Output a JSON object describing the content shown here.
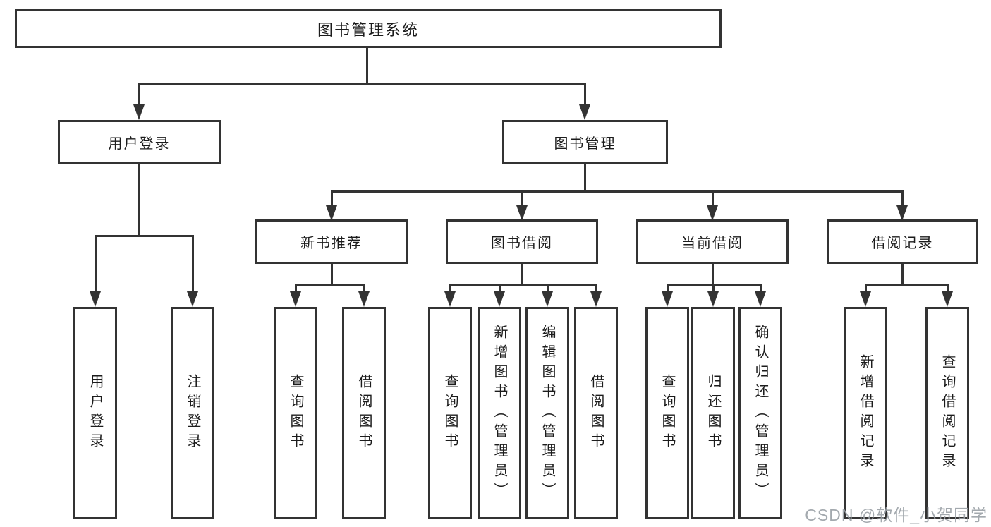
{
  "diagram": {
    "root": {
      "label": "图书管理系统"
    },
    "branches": [
      {
        "label": "用户登录",
        "children": [
          {
            "label": "用户登录"
          },
          {
            "label": "注销登录"
          }
        ]
      },
      {
        "label": "图书管理",
        "children": [
          {
            "label": "新书推荐",
            "children": [
              {
                "label": "查询图书"
              },
              {
                "label": "借阅图书"
              }
            ]
          },
          {
            "label": "图书借阅",
            "children": [
              {
                "label": "查询图书"
              },
              {
                "label": "新增图书（管理员）"
              },
              {
                "label": "编辑图书（管理员）"
              },
              {
                "label": "借阅图书"
              }
            ]
          },
          {
            "label": "当前借阅",
            "children": [
              {
                "label": "查询图书"
              },
              {
                "label": "归还图书"
              },
              {
                "label": "确认归还（管理员）"
              }
            ]
          },
          {
            "label": "借阅记录",
            "children": [
              {
                "label": "新增借阅记录"
              },
              {
                "label": "查询借阅记录"
              }
            ]
          }
        ]
      }
    ]
  },
  "watermark": {
    "text": "CSDN @软件_小贺同学"
  },
  "colors": {
    "line": "#333333",
    "text": "#1c1c1c",
    "watermark": "#9aa0a6",
    "background": "#ffffff"
  }
}
